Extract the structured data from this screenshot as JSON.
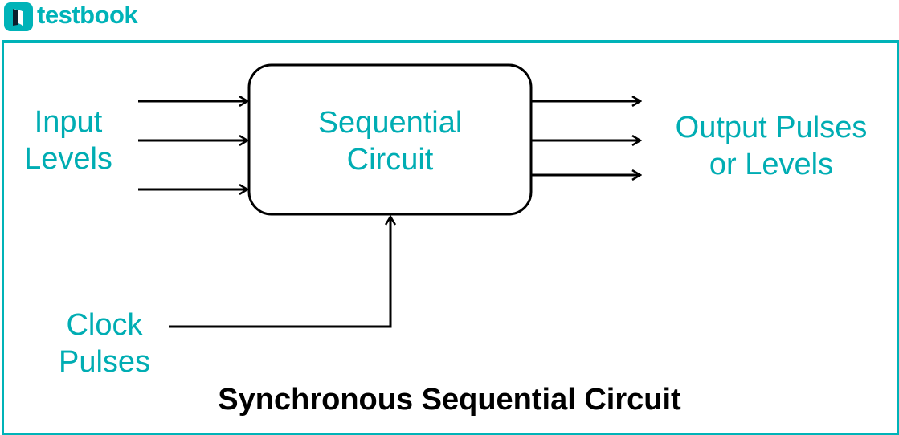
{
  "brand": {
    "name": "testbook",
    "color": "#00b3b8",
    "logo_icon": "book-icon"
  },
  "diagram": {
    "block_label_line1": "Sequential",
    "block_label_line2": "Circuit",
    "input_label_line1": "Input",
    "input_label_line2": "Levels",
    "output_label_line1": "Output Pulses",
    "output_label_line2": "or Levels",
    "clock_label_line1": "Clock",
    "clock_label_line2": "Pulses",
    "title": "Synchronous Sequential Circuit",
    "label_color": "#00adb3",
    "line_color": "#000000"
  }
}
